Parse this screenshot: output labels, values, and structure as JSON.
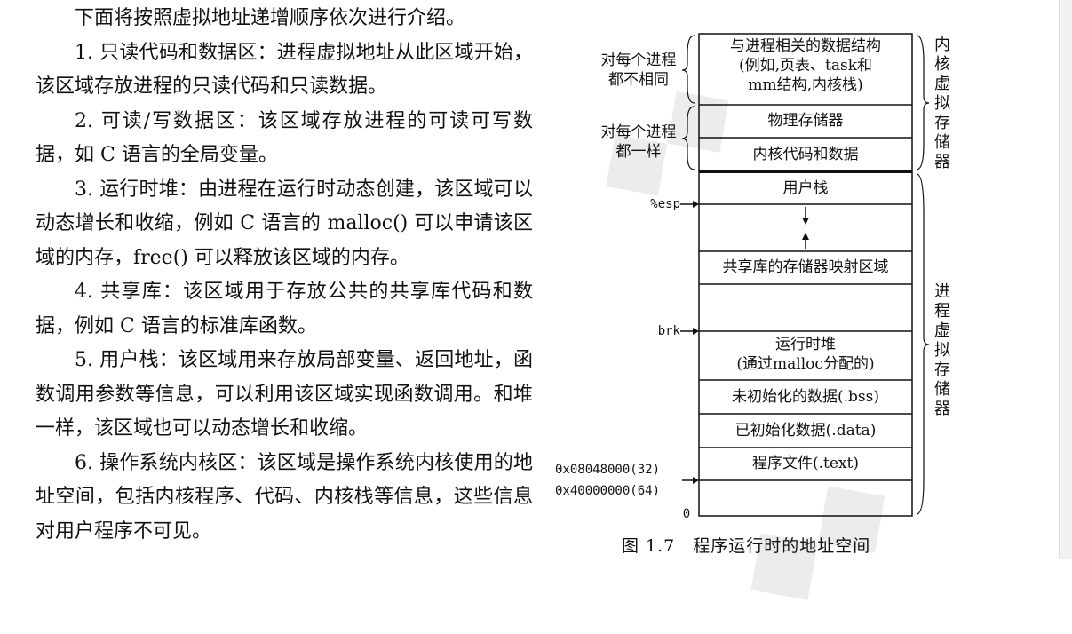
{
  "text": {
    "intro": "下面将按照虚拟地址递增顺序依次进行介绍。",
    "items": [
      "1. 只读代码和数据区：进程虚拟地址从此区域开始，该区域存放进程的只读代码和只读数据。",
      "2. 可读/写数据区：该区域存放进程的可读可写数据，如 C 语言的全局变量。",
      "3. 运行时堆：由进程在运行时动态创建，该区域可以动态增长和收缩，例如 C 语言的 malloc() 可以申请该区域的内存，free() 可以释放该区域的内存。",
      "4. 共享库：该区域用于存放公共的共享库代码和数据，例如 C 语言的标准库函数。",
      "5. 用户栈：该区域用来存放局部变量、返回地址，函数调用参数等信息，可以利用该区域实现函数调用。和堆一样，该区域也可以动态增长和收缩。",
      "6. 操作系统内核区：该区域是操作系统内核使用的地址空间，包括内核程序、代码、内核栈等信息，这些信息对用户程序不可见。"
    ]
  },
  "figure": {
    "caption": "图 1.7　程序运行时的地址空间",
    "kernel_cells": {
      "per_process_data": [
        "与进程相关的数据结构",
        "(例如,页表、task和",
        "mm结构,内核栈)"
      ],
      "physical_memory": "物理存储器",
      "kernel_code": "内核代码和数据"
    },
    "user_cells": {
      "user_stack": "用户栈",
      "shared_libs": "共享库的存储器映射区域",
      "heap": [
        "运行时堆",
        "(通过malloc分配的)"
      ],
      "bss": "未初始化的数据(.bss)",
      "data": "已初始化数据(.data)",
      "text": "程序文件(.text)"
    },
    "left_labels": {
      "differs": [
        "对每个进程",
        "都不相同"
      ],
      "same": [
        "对每个进程",
        "都一样"
      ],
      "esp": "%esp",
      "brk": "brk",
      "addr32": "0x08048000(32)",
      "addr64": "0x40000000(64)",
      "zero": "0"
    },
    "right_labels": {
      "kernel_vm": "内核虚拟存储器",
      "process_vm": "进程虚拟存储器"
    }
  }
}
